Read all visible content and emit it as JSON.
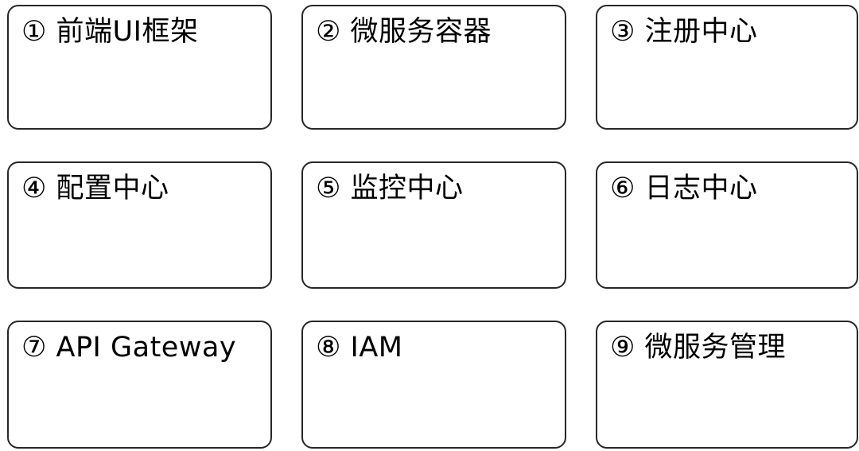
{
  "diagram": {
    "type": "card-grid",
    "columns": 3,
    "rows": 3,
    "background_color": "#ffffff",
    "card_border_color": "#272727",
    "card_fill_color": "#ffffff",
    "text_color": "#000000",
    "cards": [
      {
        "marker": "①",
        "label": "前端UI框架",
        "text": "① 前端UI框架"
      },
      {
        "marker": "②",
        "label": "微服务容器",
        "text": "② 微服务容器"
      },
      {
        "marker": "③",
        "label": "注册中心",
        "text": "③ 注册中心"
      },
      {
        "marker": "④",
        "label": "配置中心",
        "text": "④ 配置中心"
      },
      {
        "marker": "⑤",
        "label": "监控中心",
        "text": "⑤ 监控中心"
      },
      {
        "marker": "⑥",
        "label": "日志中心",
        "text": "⑥ 日志中心"
      },
      {
        "marker": "⑦",
        "label": "API Gateway",
        "text": "⑦ API Gateway"
      },
      {
        "marker": "⑧",
        "label": "IAM",
        "text": "⑧ IAM"
      },
      {
        "marker": "⑨",
        "label": "微服务管理",
        "text": "⑨ 微服务管理"
      }
    ]
  }
}
